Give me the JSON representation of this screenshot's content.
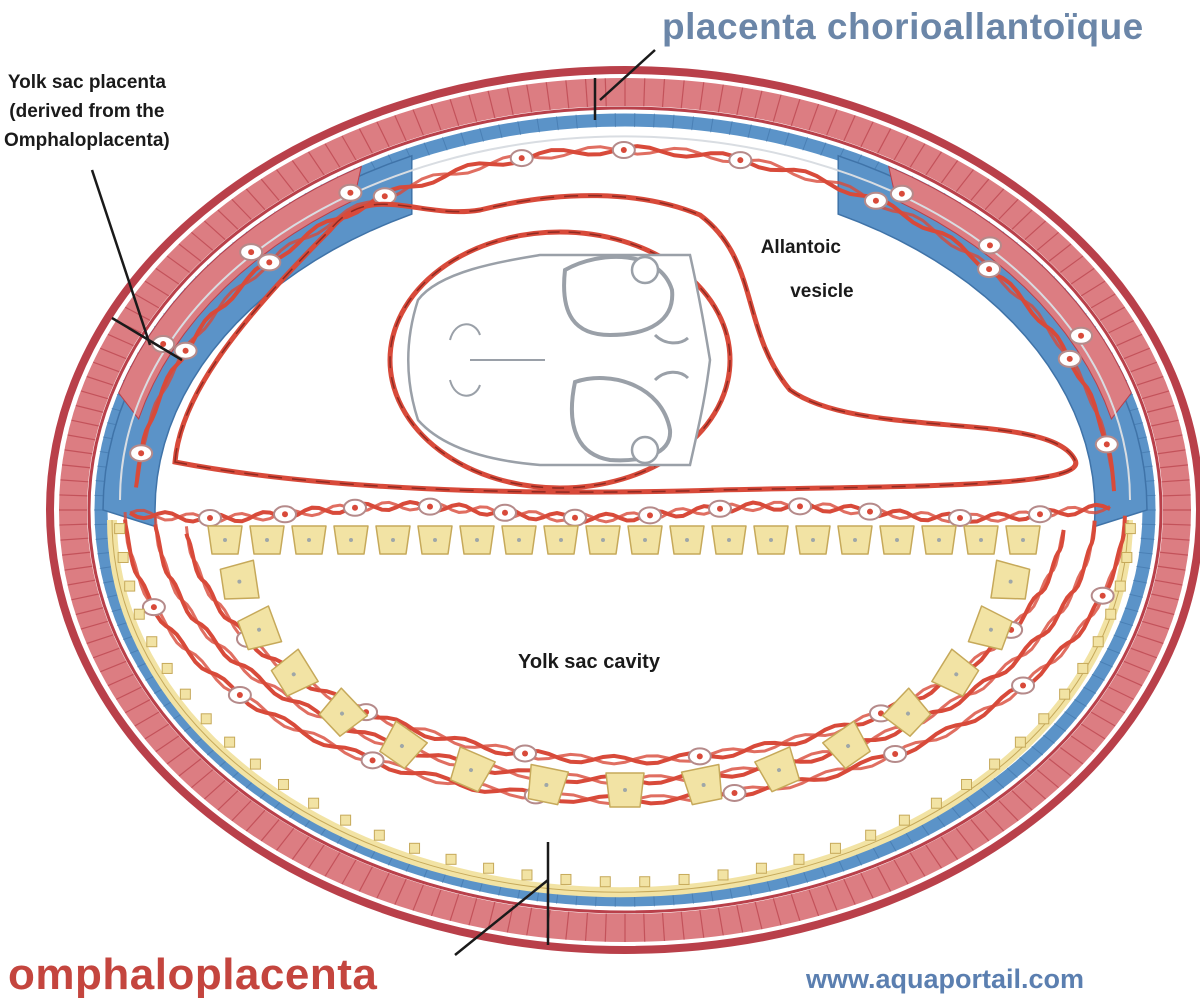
{
  "labels": {
    "chorioallantoic": "placenta chorioallantoïque",
    "yolk_sac_placenta": "Yolk sac placenta\n(derived from the\nOmphaloplacenta)",
    "allantoic_vesicle": "Allantoic\n        vesicle",
    "yolk_sac_cavity": "Yolk sac cavity",
    "omphaloplacenta": "omphaloplacenta",
    "watermark": "www.aquaportail.com"
  },
  "colors": {
    "outer_wall": "#b9404a",
    "outer_cells": "#dc7d82",
    "blue_layer": "#5b93c8",
    "vessel": "#d84a3a",
    "yolk_cells": "#f2e3a4",
    "yolk_cell_border": "#c6a95a",
    "embryo": "#9aa0a8",
    "title_blue": "#6b86a8",
    "title_red": "#c4453e",
    "watermark": "#5b7fb0"
  }
}
